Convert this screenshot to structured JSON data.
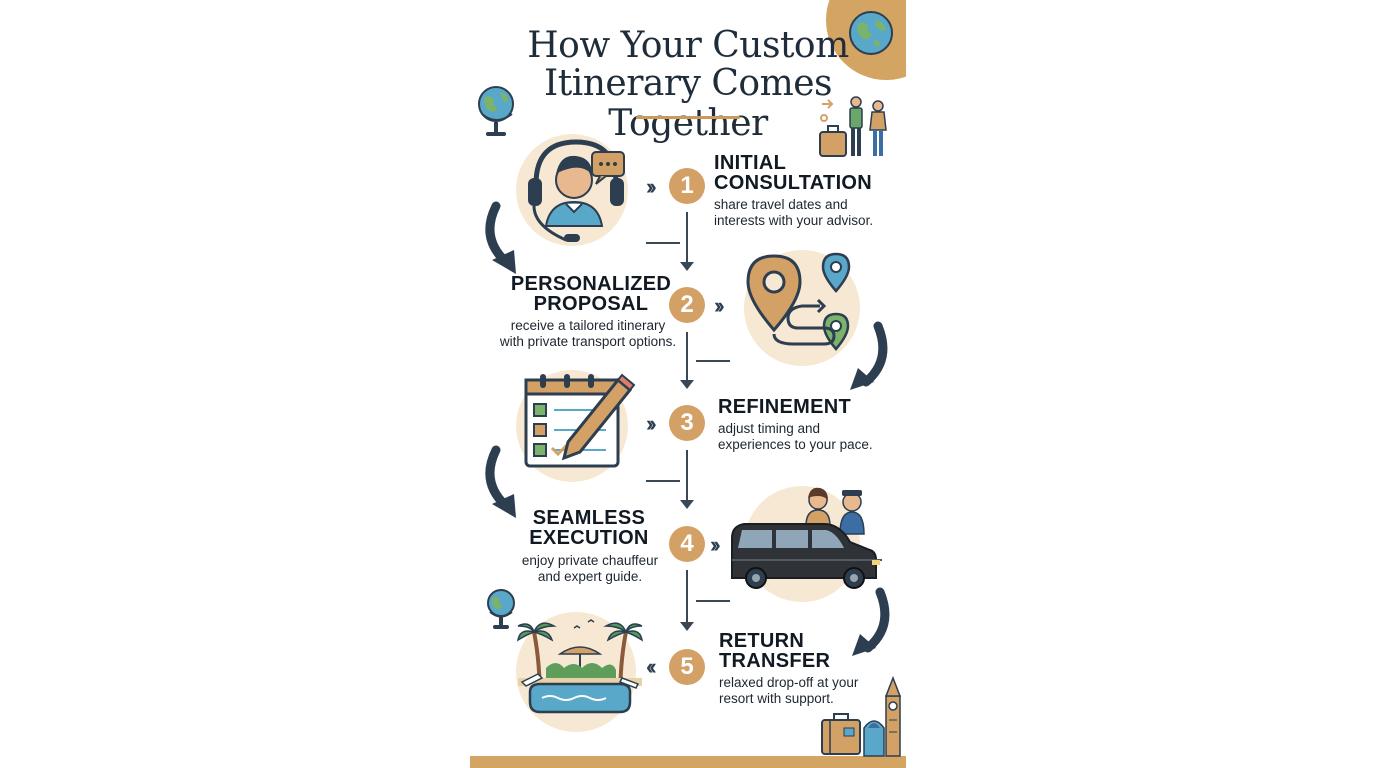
{
  "title": {
    "line1": "How Your Custom",
    "line2": "Itinerary Comes Together"
  },
  "steps": [
    {
      "number": "1",
      "title_line1": "INITIAL",
      "title_line2": "CONSULTATION",
      "desc_line1": "share travel dates and",
      "desc_line2": "interests with your advisor.",
      "icon": "headset-advisor-icon"
    },
    {
      "number": "2",
      "title_line1": "PERSONALIZED",
      "title_line2": "PROPOSAL",
      "desc_line1": "receive a tailored itinerary",
      "desc_line2": "with private transport options.",
      "icon": "map-route-pins-icon"
    },
    {
      "number": "3",
      "title_line1": "REFINEMENT",
      "title_line2": "",
      "desc_line1": "adjust timing and",
      "desc_line2": "experiences to your pace.",
      "icon": "checklist-pencil-icon"
    },
    {
      "number": "4",
      "title_line1": "SEAMLESS",
      "title_line2": "EXECUTION",
      "desc_line1": "enjoy private chauffeur",
      "desc_line2": "and expert guide.",
      "icon": "private-van-chauffeur-icon"
    },
    {
      "number": "5",
      "title_line1": "RETURN",
      "title_line2": "TRANSFER",
      "desc_line1": "relaxed drop-off at your",
      "desc_line2": "resort with support.",
      "icon": "resort-pool-palms-icon"
    }
  ],
  "colors": {
    "accent": "#d3a065",
    "dark": "#2c3e50",
    "circle_bg": "#f6e8d3"
  }
}
